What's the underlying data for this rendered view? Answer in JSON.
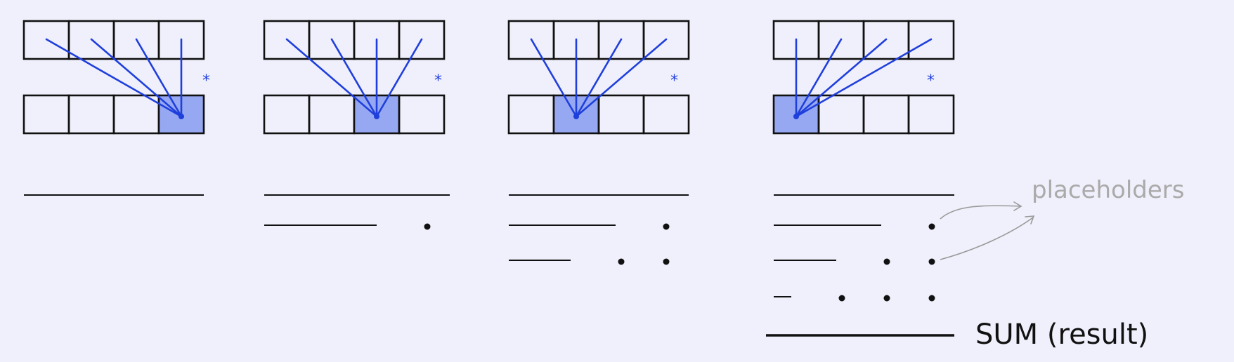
{
  "panels": [
    {
      "highlight": 3,
      "marker": "*"
    },
    {
      "highlight": 2,
      "marker": "*"
    },
    {
      "highlight": 1,
      "marker": "*"
    },
    {
      "highlight": 0,
      "marker": "*"
    }
  ],
  "cells_per_row": 4,
  "partial_rows": [
    [
      0
    ],
    [
      0,
      1
    ],
    [
      0,
      1,
      2
    ],
    [
      0,
      1,
      2,
      3
    ]
  ],
  "annotations": {
    "placeholders_label": "placeholders",
    "sum_label": "SUM (result)"
  },
  "colors": {
    "background": "#f0f0fc",
    "accent": "#1f3fdc",
    "highlight_fill": "#97a8f2",
    "annotation": "#aaaaaa",
    "ink": "#111111"
  }
}
